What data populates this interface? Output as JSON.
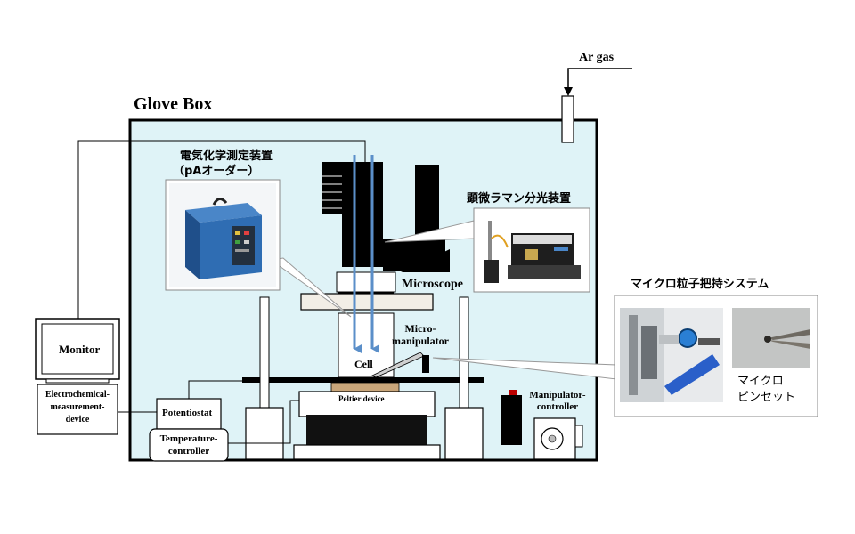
{
  "labels": {
    "ar_gas": "Ar gas",
    "glove_box": "Glove Box",
    "echem_jp_line1": "電気化学測定装置",
    "echem_jp_line2": "（pAオーダー）",
    "raman_jp": "顕微ラマン分光装置",
    "microscope": "Microscope",
    "micro_manipulator_line1": "Micro-",
    "micro_manipulator_line2": "manipulator",
    "cell": "Cell",
    "peltier": "Peltier device",
    "monitor": "Monitor",
    "echem_device_line1": "Electrochemical-",
    "echem_device_line2": "measurement-",
    "echem_device_line3": "device",
    "potentiostat": "Potentiostat",
    "temp_controller_line1": "Temperature-",
    "temp_controller_line2": "controller",
    "manip_controller_line1": "Manipulator-",
    "manip_controller_line2": "controller",
    "particle_system_jp": "マイクロ粒子把持システム",
    "tweezers_line1": "マイクロ",
    "tweezers_line2": "ピンセット"
  },
  "colors": {
    "glove_box_fill": "#dff3f7",
    "arrow_blue": "#5b8fc9",
    "device_blue": "#2f6db3",
    "stage_fill": "#f2eee6"
  },
  "icons": {
    "potentiostat_photo": "blue-potentiostat-instrument",
    "raman_photo": "raman-spectrometer-instrument",
    "manipulator_photo": "micro-manipulator-closeup",
    "tweezers_photo": "micro-tweezers-closeup"
  }
}
